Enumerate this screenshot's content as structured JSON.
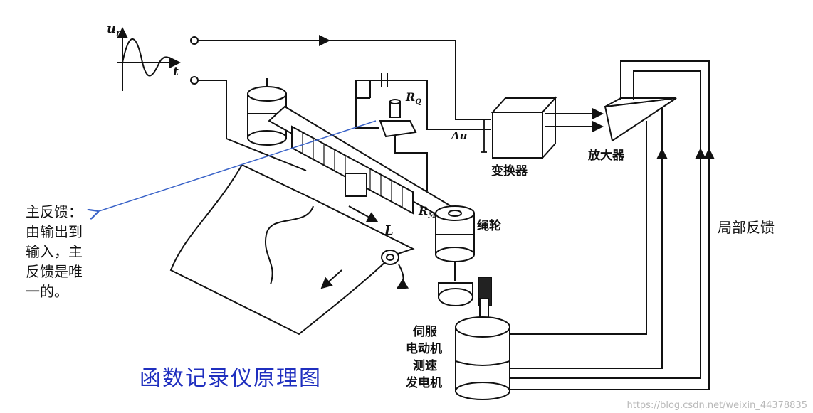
{
  "labels": {
    "input_signal": "u",
    "input_signal_sub": "r",
    "time_axis": "t",
    "delta_u": "Δu",
    "converter": "变换器",
    "amplifier": "放大器",
    "resistor_q": "R",
    "resistor_q_sub": "Q",
    "resistor_m": "R",
    "resistor_m_sub": "M",
    "pulley": "绳轮",
    "displacement": "L",
    "motor_lines": [
      "伺服",
      "电动机",
      "测速",
      "发电机"
    ],
    "local_feedback": "局部反馈"
  },
  "annotation": {
    "lines": [
      "主反馈：",
      "由输出到",
      "输入，主",
      "反馈是唯",
      "一的。"
    ]
  },
  "title": "函数记录仪原理图",
  "watermark": "https://blog.csdn.net/weixin_44378835",
  "colors": {
    "title": "#1f2fbf",
    "annotation_arrow": "#3a63c8",
    "line": "#111111"
  }
}
